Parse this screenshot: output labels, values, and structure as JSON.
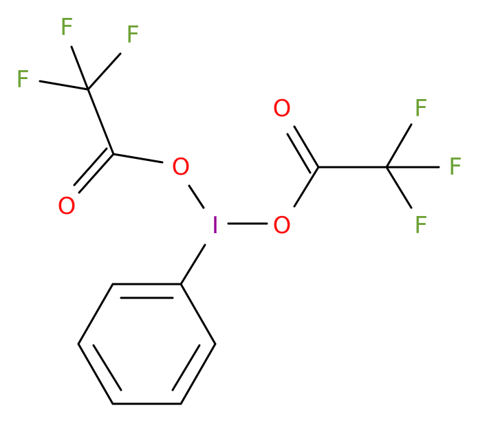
{
  "molecule": {
    "atoms": {
      "f1": {
        "symbol": "F",
        "element": "fluorine"
      },
      "f2": {
        "symbol": "F",
        "element": "fluorine"
      },
      "f3": {
        "symbol": "F",
        "element": "fluorine"
      },
      "o_carbonyl_left": {
        "symbol": "O",
        "element": "oxygen"
      },
      "o_ester_left": {
        "symbol": "O",
        "element": "oxygen"
      },
      "iodine": {
        "symbol": "I",
        "element": "iodine"
      },
      "o_ester_right": {
        "symbol": "O",
        "element": "oxygen"
      },
      "o_carbonyl_right": {
        "symbol": "O",
        "element": "oxygen"
      },
      "f4": {
        "symbol": "F",
        "element": "fluorine"
      },
      "f5": {
        "symbol": "F",
        "element": "fluorine"
      },
      "f6": {
        "symbol": "F",
        "element": "fluorine"
      }
    },
    "colors": {
      "fluorine": "#6da236",
      "oxygen": "#ff0d0d",
      "iodine": "#940094",
      "bond": "#000000"
    }
  }
}
